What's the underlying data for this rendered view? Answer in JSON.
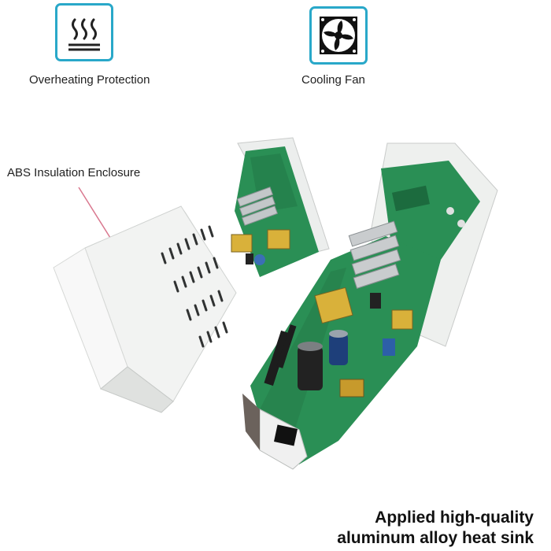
{
  "features": [
    {
      "label": "Overheating Protection",
      "icon": "heat-waves-icon"
    },
    {
      "label": "Cooling Fan",
      "icon": "fan-icon"
    }
  ],
  "callout": {
    "label": "ABS Insulation Enclosure"
  },
  "caption": {
    "line1": "Applied high-quality",
    "line2": "aluminum alloy heat sink"
  },
  "colors": {
    "accent": "#29a8c9",
    "pcb": "#2a8f55",
    "enclosure": "#eef0ee",
    "callout_line": "#d9788f"
  }
}
